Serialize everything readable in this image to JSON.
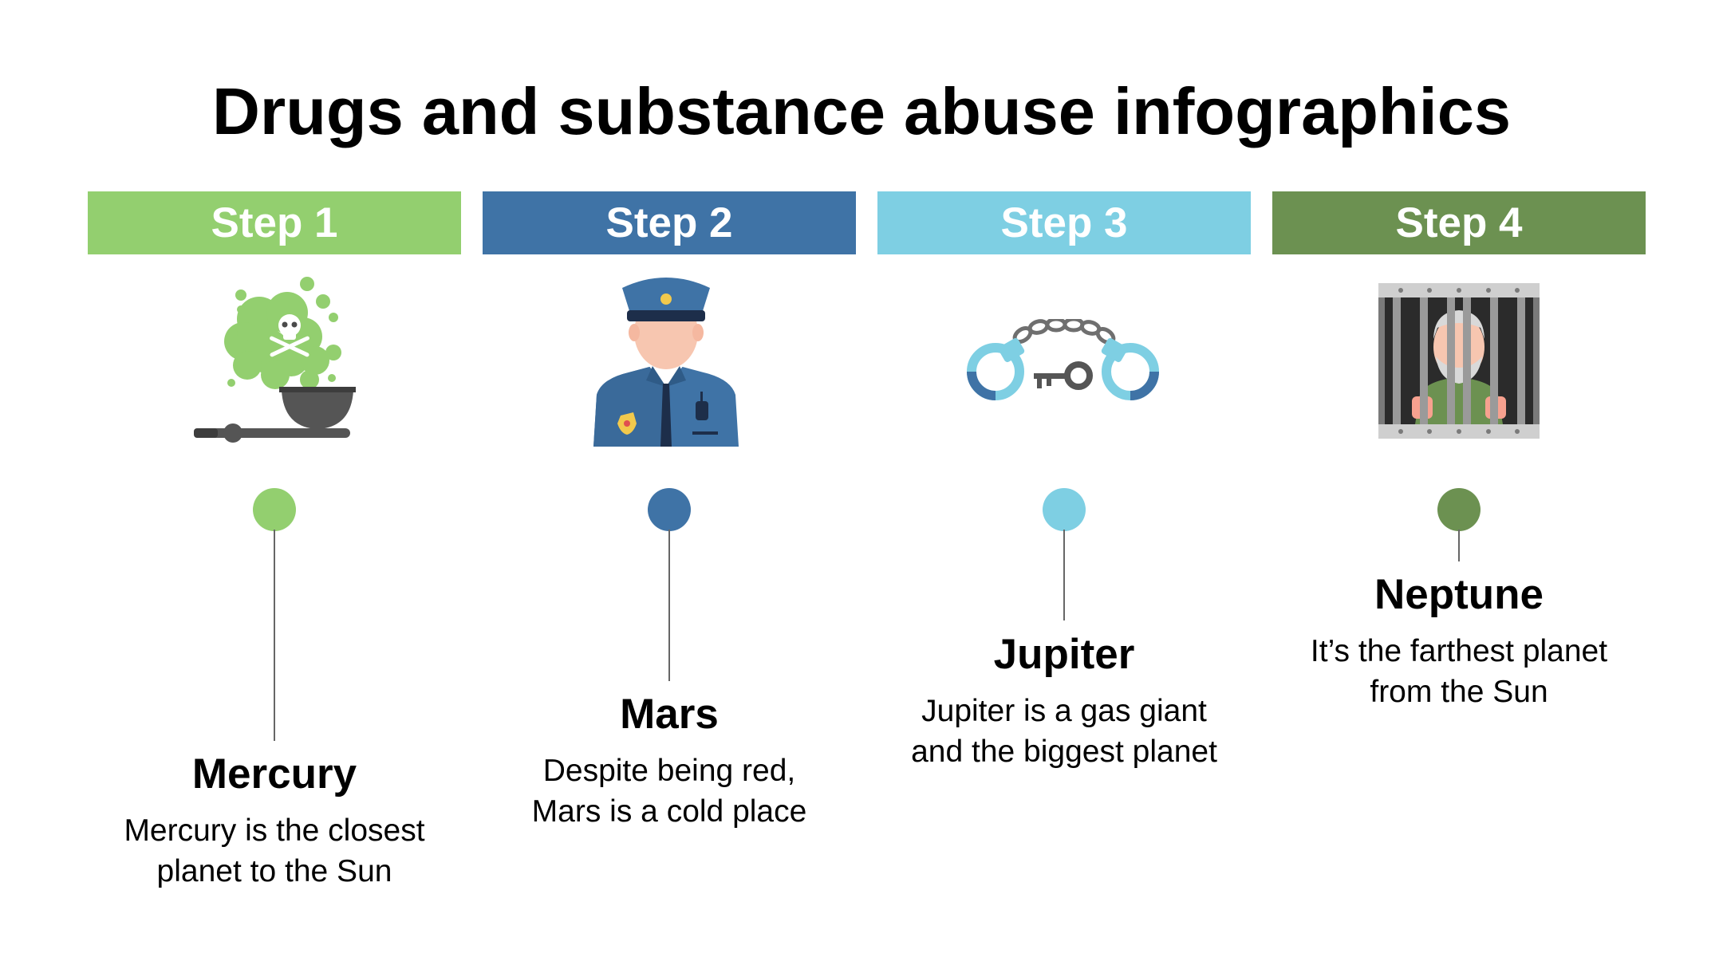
{
  "title": "Drugs and substance abuse infographics",
  "colors": {
    "step1": "#93cf6f",
    "step2": "#3f73a6",
    "step3": "#7ecfe3",
    "step4": "#6c9151"
  },
  "steps": [
    {
      "label": "Step 1",
      "icon": "drug-pipe-smoke-icon",
      "name": "Mercury",
      "desc_line1": "Mercury is the closest",
      "desc_line2": "planet to the Sun"
    },
    {
      "label": "Step 2",
      "icon": "police-officer-icon",
      "name": "Mars",
      "desc_line1": "Despite being red,",
      "desc_line2": "Mars is a cold place"
    },
    {
      "label": "Step 3",
      "icon": "handcuffs-key-icon",
      "name": "Jupiter",
      "desc_line1": "Jupiter is a gas giant",
      "desc_line2": "and the biggest planet"
    },
    {
      "label": "Step 4",
      "icon": "prisoner-behind-bars-icon",
      "name": "Neptune",
      "desc_line1": "It’s the farthest planet",
      "desc_line2": "from the Sun"
    }
  ]
}
